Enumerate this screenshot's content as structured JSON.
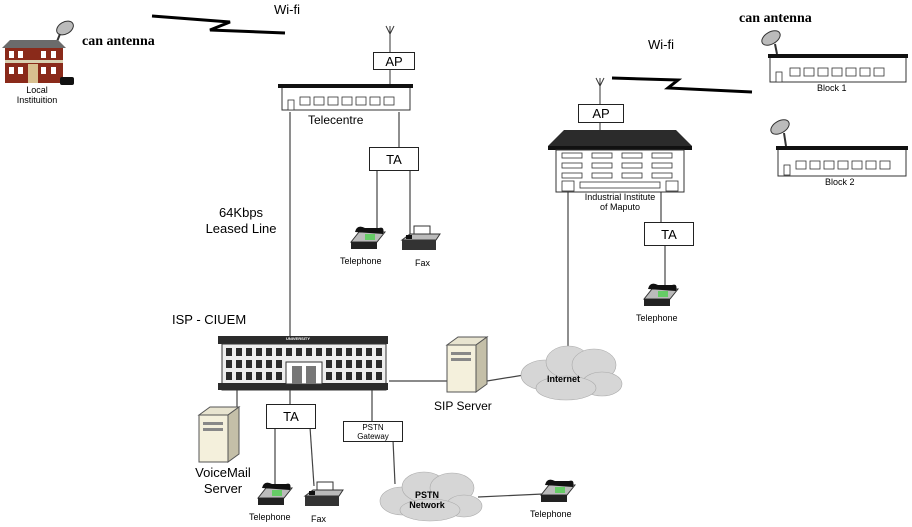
{
  "wifi_labels": [
    "Wi-fi",
    "Wi-fi"
  ],
  "antenna_labels": [
    "can antenna",
    "can antenna"
  ],
  "local_institution": "Local\nInstituition",
  "ap_labels": [
    "AP",
    "AP"
  ],
  "telecentre": "Telecentre",
  "ta_labels": [
    "TA",
    "TA",
    "TA"
  ],
  "leased_line": "64Kbps\nLeased Line",
  "telephone_labels": [
    "Telephone",
    "Telephone",
    "Telephone",
    "Telephone"
  ],
  "fax_labels": [
    "Fax",
    "Fax"
  ],
  "block_labels": [
    "Block 1",
    "Block 2"
  ],
  "industrial_institute": "Industrial Institute\nof Maputo",
  "isp": "ISP  -  CIUEM",
  "university_sign": "UNIVERSITY",
  "sip_server": "SIP Server",
  "internet": "Internet",
  "pstn_gateway": "PSTN\nGateway",
  "pstn_network": "PSTN\nNetwork",
  "voicemail": "VoiceMail\nServer",
  "colors": {
    "line": "#444444",
    "cloud": "#d6d6d6",
    "building": "#2b2b2b",
    "house_red": "#8a2a1a"
  }
}
